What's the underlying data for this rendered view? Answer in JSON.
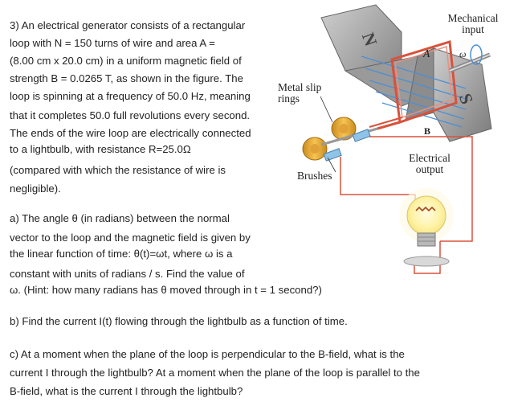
{
  "problem": {
    "intro_lines": [
      "3) An electrical generator consists of a rectangular",
      "loop with N = 150 turns of wire and area A =",
      "(8.00 cm x 20.0 cm) in a uniform magnetic field of",
      "strength B = 0.0265 T, as shown in the figure. The",
      "loop is spinning at a frequency of 50.0 Hz, meaning",
      "that it completes 50.0 full revolutions every second.",
      "The ends of the wire loop are electrically connected",
      "to a lightbulb, with resistance R=25.0Ω",
      "(compared with which the resistance of wire is",
      "negligible)."
    ],
    "part_a_lines": [
      "a) The angle θ (in radians) between the normal",
      "vector to the loop and the magnetic field is given by",
      "the linear function of time: θ(t)=ωt, where ω is a",
      "constant with units of radians / s. Find the value of",
      "ω. (Hint: how many radians has θ moved through in t = 1 second?)"
    ],
    "part_b": "b) Find the current I(t) flowing through the lightbulb as a function of time.",
    "part_c_lines": [
      "c) At a moment when the plane of the loop is perpendicular to the B-field, what is the",
      "current I through the lightbulb? At a moment when the plane of the loop is parallel to the",
      "B-field, what is the current I through the lightbulb?"
    ]
  },
  "figure": {
    "labels": {
      "mechanical_input": [
        "Mechanical",
        "input"
      ],
      "metal_slip_rings": [
        "Metal slip",
        "rings"
      ],
      "brushes": "Brushes",
      "electrical_output": [
        "Electrical",
        "output"
      ],
      "magnet_north": "N",
      "magnet_south": "S",
      "area": "A",
      "field": "B",
      "omega": "ω"
    }
  }
}
